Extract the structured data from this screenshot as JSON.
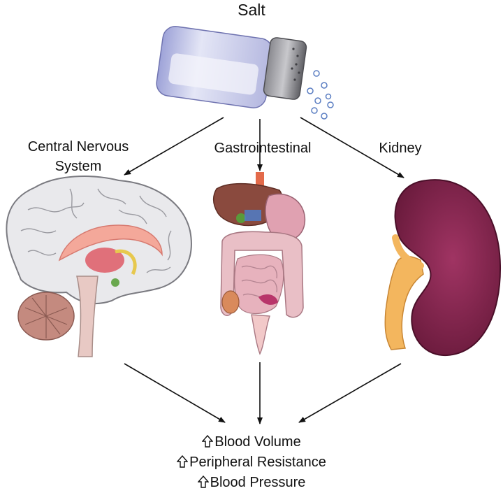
{
  "diagram": {
    "title": "Salt",
    "sources": {
      "cns_line1": "Central Nervous",
      "cns_line2": "System",
      "gi": "Gastrointestinal",
      "kidney": "Kidney"
    },
    "outcomes": [
      "Blood Volume",
      "Peripheral Resistance",
      "Blood Pressure"
    ],
    "outcome_icon": "up-arrow-outline-icon",
    "colors": {
      "kidney": "#7a2047",
      "ureter": "#f0b35a",
      "brain": "#e8e8ea",
      "gut": "#d9a7b6",
      "shaker_glass": "#c9cbe8",
      "shaker_cap": "#6e6e73"
    }
  }
}
